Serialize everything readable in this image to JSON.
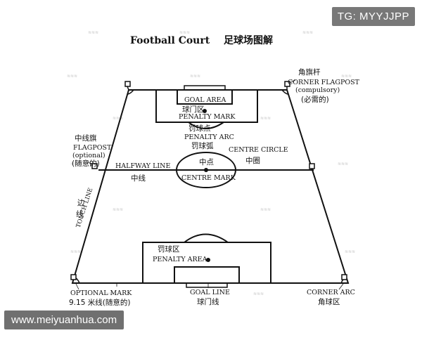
{
  "overlays": {
    "telegram": "TG: MYYJJPP",
    "website": "www.meiyuanhua.com"
  },
  "diagram": {
    "title_en": "Football Court",
    "title_zh": "足球场图解",
    "labels": {
      "corner_flagpost_zh": "角旗杆",
      "corner_flagpost_en": "CORNER FLAGPOST",
      "corner_flagpost_note_en": "(compulsory)",
      "corner_flagpost_note_zh": "(必需的)",
      "goal_area_en": "GOAL AREA",
      "goal_area_zh": "球门区",
      "penalty_mark_en": "PENALTY MARK",
      "penalty_mark_zh": "罚球点",
      "penalty_arc_en": "PENALTY ARC",
      "penalty_arc_zh": "罚球弧",
      "halfway_flag_zh": "中线旗",
      "halfway_flag_en": "FLAGPOST",
      "halfway_flag_note_en": "(optional)",
      "halfway_flag_note_zh": "(随意的)",
      "halfway_line_en": "HALFWAY LINE",
      "halfway_line_zh": "中线",
      "centre_point_zh": "中点",
      "centre_mark_en": "CENTRE MARK",
      "centre_circle_en": "CENTRE CIRCLE",
      "centre_circle_zh": "中圈",
      "touch_line_zh": "边线",
      "touch_line_en": "TOUCH LINE",
      "penalty_area_zh": "罚球区",
      "penalty_area_en": "PENALTY AREA",
      "optional_mark_en": "OPTIONAL MARK",
      "optional_mark_zh": "9.15 米线(随意的)",
      "goal_line_en": "GOAL LINE",
      "goal_line_zh": "球门线",
      "corner_arc_en": "CORNER ARC",
      "corner_arc_zh": "角球区"
    }
  }
}
